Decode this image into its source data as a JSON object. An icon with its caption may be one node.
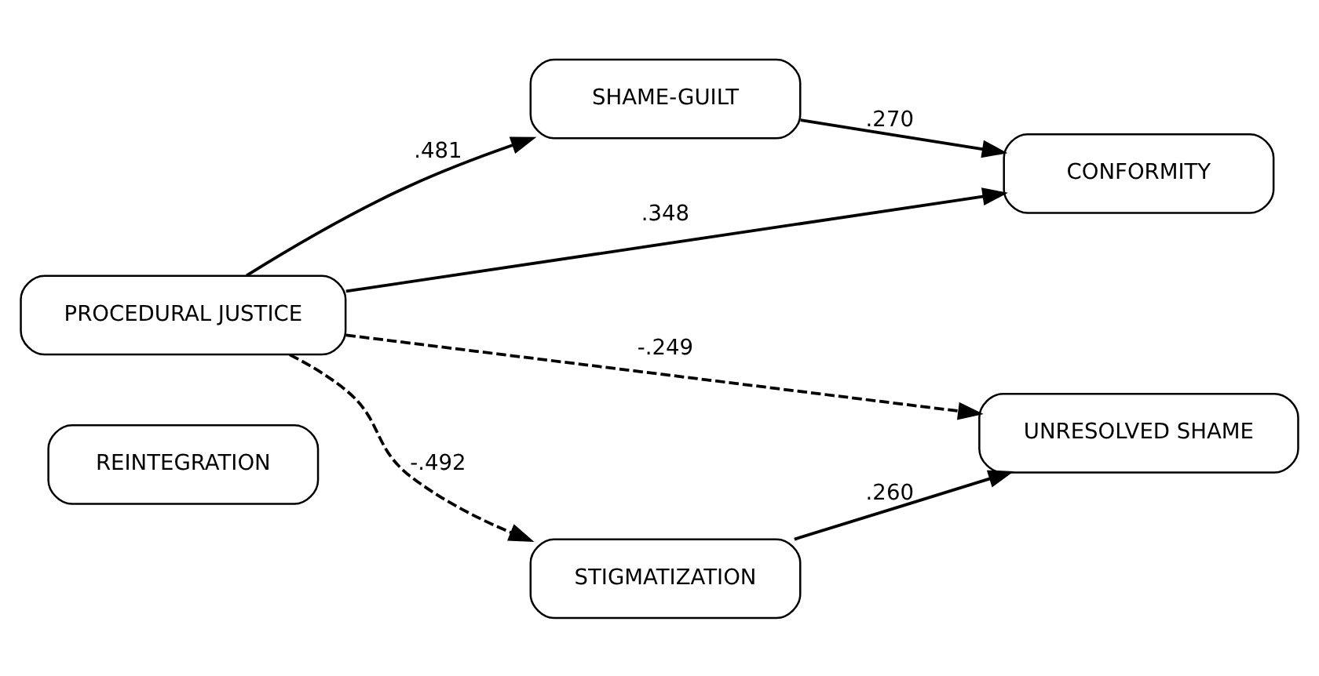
{
  "diagram": {
    "nodes": [
      {
        "text": [
          "REINTEGRATION"
        ]
      },
      {
        "text": [
          "SHAME-GUILT"
        ]
      },
      {
        "text": [
          "STIGMATIZATION"
        ]
      },
      {
        "text": [
          "CONFORMITY"
        ]
      },
      {
        "text": [
          "UNRESOLVED SHAME"
        ]
      },
      {
        "text": [
          "PROCEDURAL JUSTICE"
        ]
      }
    ],
    "edges": [
      {
        "from": 5,
        "to": 2,
        "arrow": "to",
        "label": "-.492",
        "style": "dashed"
      },
      {
        "from": 5,
        "to": 1,
        "arrow": "to",
        "label": ".481"
      },
      {
        "from": 2,
        "to": 4,
        "arrow": "to",
        "label": ".260"
      },
      {
        "from": 1,
        "to": 3,
        "arrow": "to",
        "label": ".270"
      },
      {
        "from": 5,
        "to": 4,
        "arrow": "to",
        "label": "-.249",
        "style": "dashed"
      },
      {
        "from": 5,
        "to": 3,
        "arrow": "to",
        "label": ".348"
      }
    ]
  }
}
